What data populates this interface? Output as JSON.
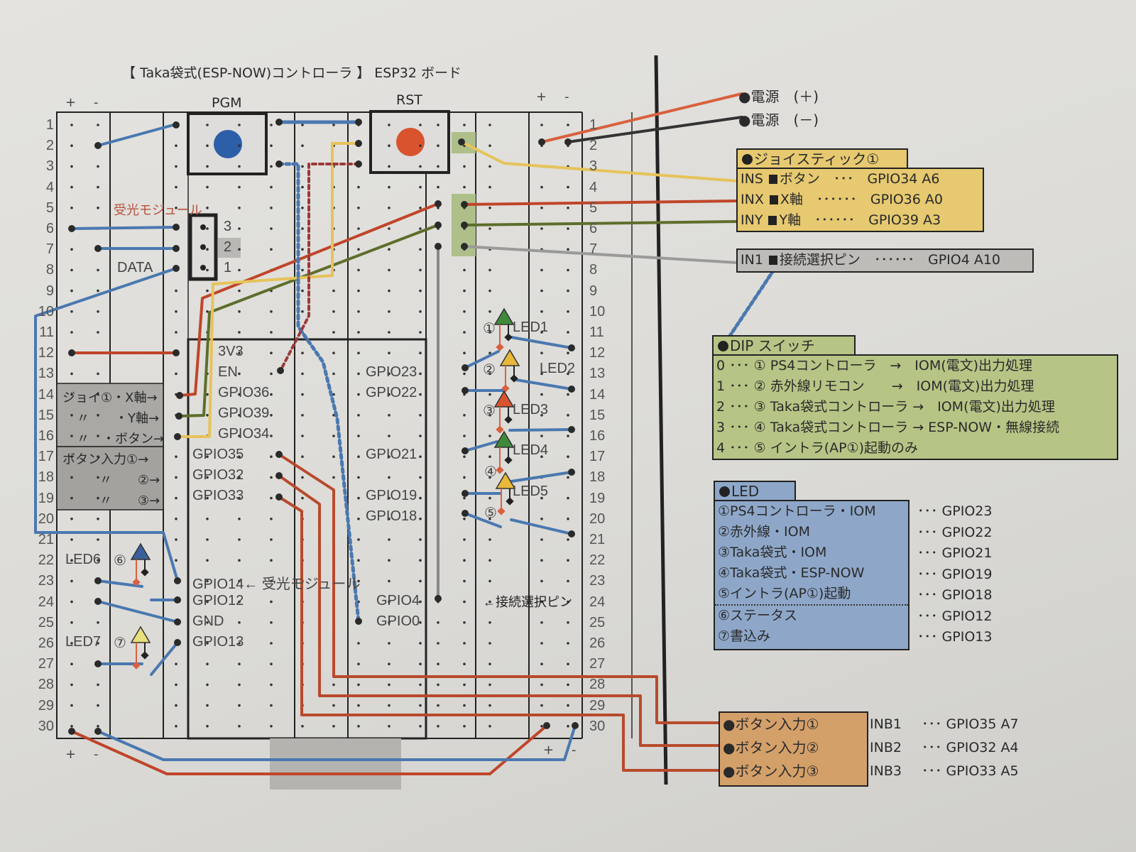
{
  "title": "【 Taka袋式(ESP-NOW)コントローラ 】 ESP32 ボード",
  "board": {
    "pgm_label": "PGM",
    "rst_label": "RST",
    "plus": "+",
    "minus": "-",
    "row_numbers": [
      "1",
      "2",
      "3",
      "4",
      "5",
      "6",
      "7",
      "8",
      "9",
      "10",
      "11",
      "12",
      "13",
      "14",
      "15",
      "16",
      "17",
      "18",
      "19",
      "20",
      "21",
      "22",
      "23",
      "24",
      "25",
      "26",
      "27",
      "28",
      "29",
      "30"
    ],
    "left_pins": [
      "3V3",
      "EN",
      "GPIO36",
      "GPIO39",
      "GPIO34",
      "GPIO35",
      "GPIO32",
      "GPIO33",
      "GPIO14← 受光モジュール",
      "GPIO12",
      "GND",
      "GPIO13"
    ],
    "right_pins": [
      "GPIO23",
      "GPIO22",
      "GPIO21",
      "GPIO19",
      "GPIO18",
      "GPIO4",
      "GPIO0"
    ],
    "ir_module_label": "受光モジュール",
    "ir_pins": [
      "3",
      "2",
      "1"
    ],
    "data_label": "DATA",
    "left_annotations": {
      "joy_x": "ジョイ①・X軸→",
      "joy_y": "〃　　・Y軸→",
      "joy_btn": "〃　・ボタン→",
      "btn1": "ボタン入力①→",
      "btn2": "〃　　②→",
      "btn3": "〃　　③→"
    },
    "led_labels": [
      "LED1",
      "LED2",
      "LED3",
      "LED4",
      "LED5",
      "LED6",
      "LED7"
    ],
    "led_numbers": [
      "①",
      "②",
      "③",
      "④",
      "⑤",
      "⑥",
      "⑦"
    ],
    "led_colors": [
      "#3f8a3a",
      "#e8b83a",
      "#d9542e",
      "#3f8a3a",
      "#e8b83a",
      "#3b5f9c",
      "#e8e07a"
    ],
    "select_pin_label": "←接続選択ピン"
  },
  "power": {
    "plus": "●電源　(＋)",
    "minus": "●電源　(－)"
  },
  "joystick": {
    "header": "ジョイスティック①",
    "rows": [
      {
        "code": "INS",
        "name": "ボタン",
        "dots": "･･･",
        "gpio": "GPIO34 A6"
      },
      {
        "code": "INX",
        "name": "X軸",
        "dots": "･･････",
        "gpio": "GPIO36 A0"
      },
      {
        "code": "INY",
        "name": "Y軸",
        "dots": "･･････",
        "gpio": "GPIO39 A3"
      }
    ]
  },
  "select_pin": {
    "code": "IN1",
    "name": "接続選択ピン",
    "dots": "･･････",
    "gpio": "GPIO4 A10"
  },
  "dip": {
    "header": "DIP スイッチ",
    "rows": [
      "0 ･･･ ① PS4コントローラ　→　IOM(電文)出力処理",
      "1 ･･･ ② 赤外線リモコン　　→　IOM(電文)出力処理",
      "2 ･･･ ③ Taka袋式コントローラ →　IOM(電文)出力処理",
      "3 ･･･ ④ Taka袋式コントローラ → ESP-NOW・無線接続",
      "4 ･･･ ⑤ イントラ(AP①)起動のみ"
    ]
  },
  "led_legend": {
    "header": "LED",
    "rows": [
      {
        "name": "①PS4コントローラ・IOM",
        "gpio": "･･･ GPIO23"
      },
      {
        "name": "②赤外線・IOM",
        "gpio": "･･･ GPIO22"
      },
      {
        "name": "③Taka袋式・IOM",
        "gpio": "･･･ GPIO21"
      },
      {
        "name": "④Taka袋式・ESP-NOW",
        "gpio": "･･･ GPIO19"
      },
      {
        "name": "⑤イントラ(AP①)起動",
        "gpio": "･･･ GPIO18"
      },
      {
        "name": "⑥ステータス",
        "gpio": "･･･ GPIO12"
      },
      {
        "name": "⑦書込み",
        "gpio": "･･･ GPIO13"
      }
    ]
  },
  "buttons": {
    "rows": [
      {
        "name": "●ボタン入力①",
        "code": "INB1",
        "gpio": "･･･ GPIO35 A7"
      },
      {
        "name": "●ボタン入力②",
        "code": "INB2",
        "gpio": "･･･ GPIO32 A4"
      },
      {
        "name": "●ボタン入力③",
        "code": "INB3",
        "gpio": "･･･ GPIO33 A5"
      }
    ]
  },
  "colors": {
    "joystick_bg": "#e6c970",
    "select_bg": "#bdbcb8",
    "dip_bg": "#b6c585",
    "led_bg": "#8ea7c9",
    "button_bg": "#d4a06a",
    "wire_red": "#c0452a",
    "wire_blue": "#4a78b0",
    "wire_green": "#5d6e2c",
    "wire_yellow": "#e6c35a",
    "wire_gray": "#9a9a98"
  }
}
